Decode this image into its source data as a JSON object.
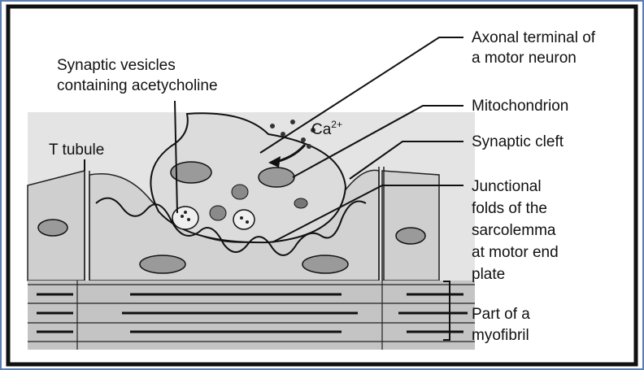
{
  "diagram": {
    "colors": {
      "background": "#ffffff",
      "frame": "#111111",
      "panel": "#e6e6e6",
      "cytoplasm": "#cfcfcf",
      "terminal": "#dcdcdc",
      "fiber": "#bdbdbd",
      "line": "#1a1a1a"
    },
    "labels": {
      "axonal_terminal_1": "Axonal terminal of",
      "axonal_terminal_2": "a motor neuron",
      "synaptic_vesicles_1": "Synaptic vesicles",
      "synaptic_vesicles_2": "containing acetycholine",
      "mitochondrion": "Mitochondrion",
      "ca_base": "Ca",
      "ca_charge": "2+",
      "t_tubule": "T tubule",
      "synaptic_cleft": "Synaptic cleft",
      "junctional_1": "Junctional",
      "junctional_2": "folds of the",
      "junctional_3": "sarcolemma",
      "junctional_4": "at motor end",
      "junctional_5": "plate",
      "myofibril_1": "Part of a",
      "myofibril_2": "myofibril"
    }
  }
}
